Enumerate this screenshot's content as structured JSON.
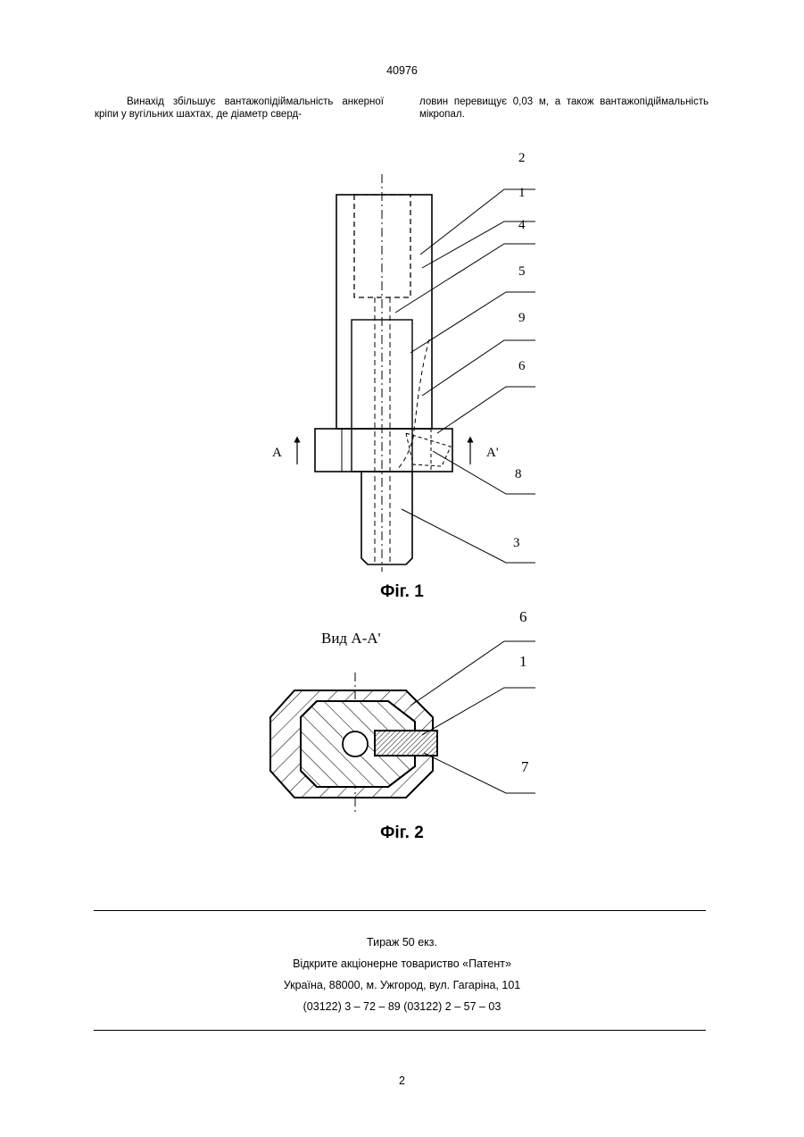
{
  "header": {
    "doc_number": "40976"
  },
  "body_text": {
    "left_col": "Винахід збільшує вантажопідіймальність анкерної кріпи у вугільних шахтах, де діаметр сверд-",
    "right_col": "ловин перевищує 0,03 м, а також вантажопідіймальність мікропал."
  },
  "figure1": {
    "caption": "Фіг. 1",
    "callouts": [
      "2",
      "1",
      "4",
      "5",
      "9",
      "6",
      "8",
      "3"
    ],
    "section_marks": [
      "A",
      "A'"
    ]
  },
  "figure2": {
    "caption": "Фіг. 2",
    "title": "Вид А-А'",
    "callouts": [
      "6",
      "1",
      "7"
    ]
  },
  "imprint": {
    "line1": "Тираж 50 екз.",
    "line2": "Відкрите акціонерне товариство «Патент»",
    "line3": "Україна, 88000, м. Ужгород, вул. Гагаріна, 101",
    "line4": "(03122) 3 – 72 – 89   (03122) 2 – 57 – 03"
  },
  "footer": {
    "page_number": "2"
  }
}
